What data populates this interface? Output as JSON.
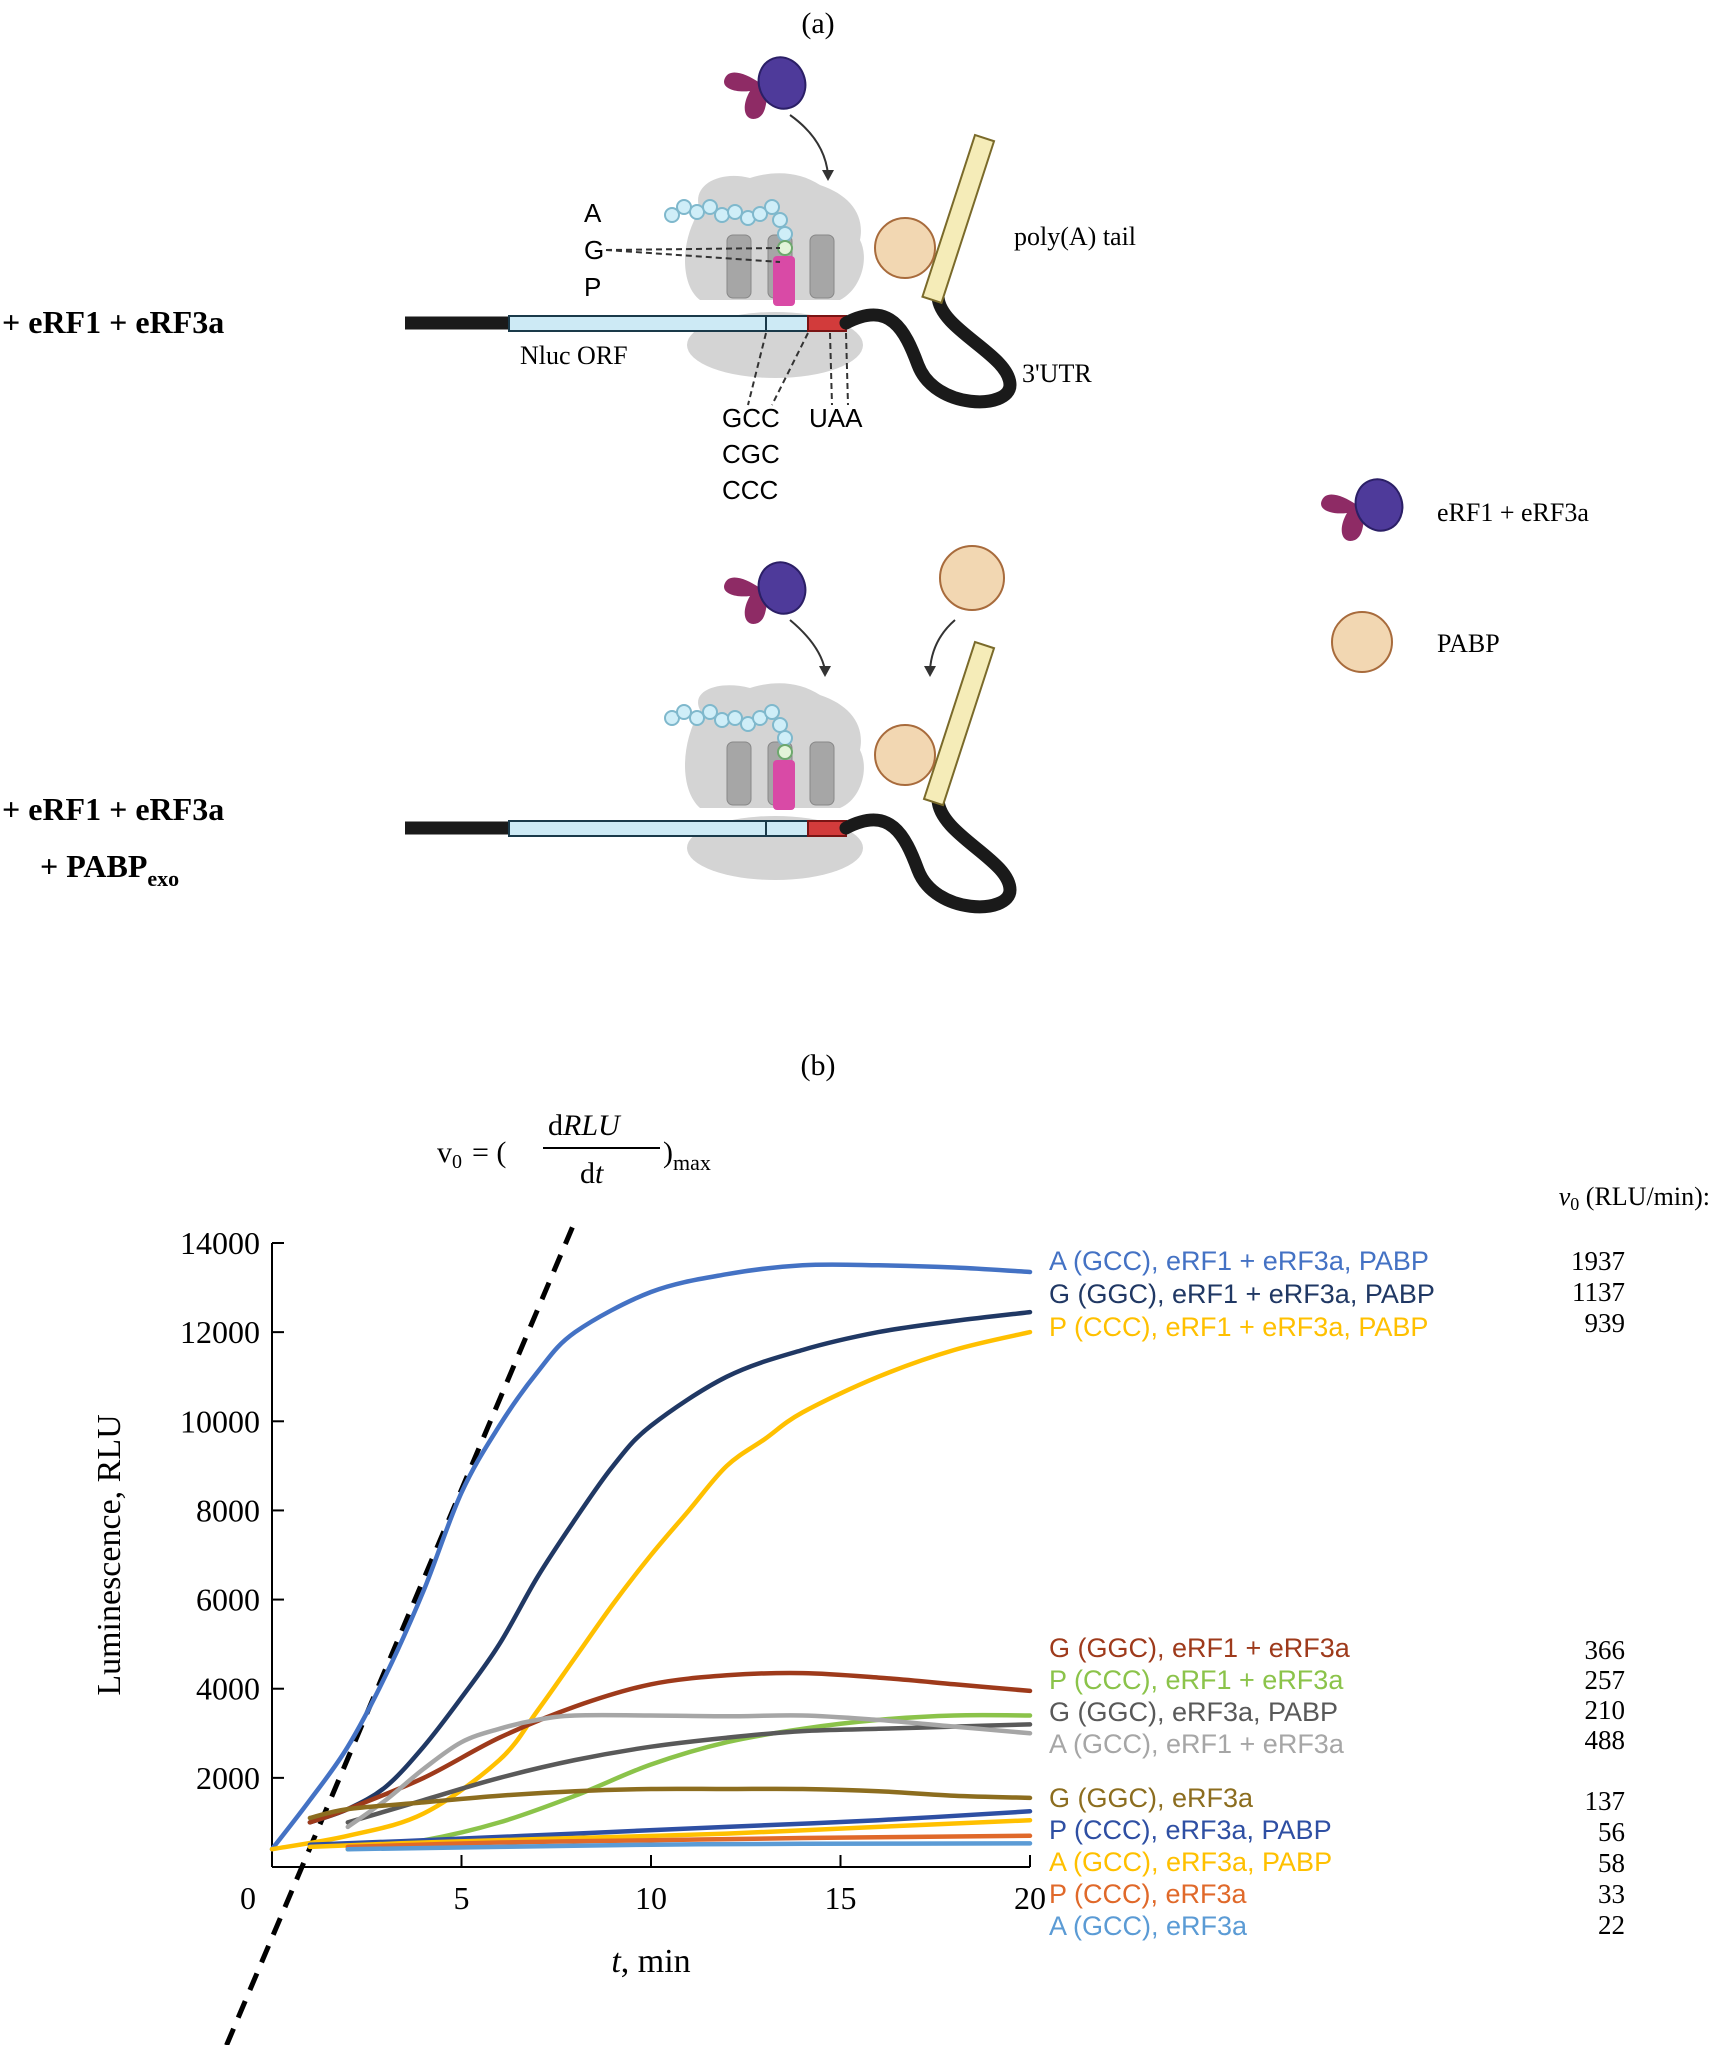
{
  "panel_a": {
    "label": "(a)",
    "condition_1": "+ eRF1 + eRF3a",
    "condition_2_line1": "+ eRF1 + eRF3a",
    "condition_2_line2_main": "+ PABP",
    "condition_2_line2_sub": "exo",
    "aa_labels": [
      "A",
      "G",
      "P"
    ],
    "codon_labels": [
      "GCC",
      "CGC",
      "CCC"
    ],
    "stop_codon": "UAA",
    "orf_label": "Nluc ORF",
    "utr_label": "3'UTR",
    "polya_label": "poly(A) tail",
    "legend": {
      "erf_label": "eRF1 + eRF3a",
      "pabp_label": "PABP"
    },
    "colors": {
      "ribosome": "#d4d4d4",
      "site": "#a6a6a6",
      "orf": "#cdeaf5",
      "stop": "#d23b3b",
      "mrna": "#1a1a1a",
      "peptide": "#cfeef8",
      "trna": "#d94aa6",
      "erf_body": "#4e3a9a",
      "erf_arm": "#8e2b65",
      "pabp": "#f2d7b2",
      "pabp_edge": "#a86b3c",
      "polya": "#f5ecb8"
    }
  },
  "panel_b": {
    "label": "(b)",
    "formula": {
      "lhs": "v",
      "lhs_sub": "0",
      "equals": "= (",
      "num_d": "d",
      "num_var": "RLU",
      "den_d": "d",
      "den_var": "t",
      "rhs": ")",
      "rhs_sub": "max"
    },
    "v0_header": {
      "symbol": "v",
      "sub": "0",
      "units": " (RLU/min):"
    }
  },
  "chart_data": {
    "type": "line",
    "xlabel_var": "t",
    "xlabel_unit": ", min",
    "ylabel": "Luminescence, RLU",
    "xlim": [
      0,
      20
    ],
    "ylim": [
      0,
      14000
    ],
    "x_ticks": [
      0,
      5,
      10,
      15,
      20
    ],
    "y_ticks": [
      2000,
      4000,
      6000,
      8000,
      10000,
      12000,
      14000
    ],
    "grid": false,
    "legend_position": "right",
    "tangent_line": {
      "x": [
        -1.2,
        8
      ],
      "y": [
        -4000,
        14500
      ],
      "color": "#000000",
      "style": "dashed"
    },
    "series": [
      {
        "name": "A (GCC), eRF1 + eRF3a, PABP",
        "v0": "1937",
        "color": "#4472c4",
        "x": [
          0,
          1,
          2,
          3,
          4,
          5,
          6,
          7,
          8,
          10,
          12,
          14,
          16,
          18,
          20
        ],
        "y": [
          400,
          1500,
          2700,
          4300,
          6200,
          8400,
          9900,
          11100,
          12000,
          12900,
          13300,
          13500,
          13500,
          13450,
          13350
        ]
      },
      {
        "name": "G (GGC), eRF1 + eRF3a, PABP",
        "v0": "1137",
        "color": "#203864",
        "x": [
          1,
          2,
          3,
          4,
          5,
          6,
          7,
          8,
          9,
          10,
          12,
          14,
          16,
          18,
          20
        ],
        "y": [
          1000,
          1300,
          1800,
          2700,
          3800,
          5000,
          6500,
          7800,
          9000,
          9900,
          11000,
          11600,
          12000,
          12250,
          12450
        ]
      },
      {
        "name": "P (CCC), eRF1 + eRF3a, PABP",
        "v0": "939",
        "color": "#ffc000",
        "x": [
          0,
          2,
          4,
          6,
          7,
          8,
          9,
          10,
          11,
          12,
          13,
          14,
          16,
          18,
          20
        ],
        "y": [
          400,
          700,
          1200,
          2400,
          3500,
          4700,
          5900,
          7000,
          8000,
          9000,
          9600,
          10200,
          11000,
          11600,
          12000
        ]
      },
      {
        "name": "G (GGC), eRF1 + eRF3a",
        "v0": "366",
        "color": "#9e3a1b",
        "x": [
          1,
          2,
          4,
          6,
          8,
          10,
          12,
          14,
          16,
          18,
          20
        ],
        "y": [
          1000,
          1300,
          2000,
          2900,
          3600,
          4100,
          4300,
          4350,
          4250,
          4100,
          3950
        ]
      },
      {
        "name": "P (CCC), eRF1 + eRF3a",
        "v0": "257",
        "color": "#8bc34a",
        "x": [
          2,
          4,
          6,
          8,
          10,
          12,
          14,
          16,
          18,
          20
        ],
        "y": [
          400,
          600,
          1000,
          1600,
          2300,
          2800,
          3100,
          3300,
          3400,
          3400
        ]
      },
      {
        "name": "G (GGC), eRF3a, PABP",
        "v0": "210",
        "color": "#595959",
        "x": [
          2,
          4,
          6,
          8,
          10,
          12,
          14,
          16,
          18,
          20
        ],
        "y": [
          1000,
          1500,
          2000,
          2400,
          2700,
          2900,
          3050,
          3100,
          3150,
          3200
        ]
      },
      {
        "name": "A (GCC), eRF1 + eRF3a",
        "v0": "488",
        "color": "#a6a6a6",
        "x": [
          2,
          3,
          4,
          5,
          6,
          7,
          8,
          10,
          12,
          14,
          16,
          18,
          20
        ],
        "y": [
          900,
          1500,
          2200,
          2800,
          3100,
          3300,
          3400,
          3400,
          3380,
          3400,
          3300,
          3150,
          3000
        ]
      },
      {
        "name": "G (GGC), eRF3a",
        "v0": "137",
        "color": "#8c6d1f",
        "x": [
          1,
          2,
          4,
          6,
          8,
          10,
          12,
          14,
          16,
          18,
          20
        ],
        "y": [
          1100,
          1300,
          1450,
          1600,
          1700,
          1750,
          1750,
          1750,
          1700,
          1600,
          1550
        ]
      },
      {
        "name": "P (CCC), eRF3a, PABP",
        "v0": "56",
        "color": "#2e4fa3",
        "x": [
          1,
          4,
          8,
          12,
          16,
          20
        ],
        "y": [
          500,
          600,
          750,
          900,
          1050,
          1250
        ]
      },
      {
        "name": "A (GCC), eRF3a, PABP",
        "v0": "58",
        "color": "#ffc000",
        "x": [
          1,
          4,
          8,
          12,
          16,
          20
        ],
        "y": [
          450,
          550,
          650,
          750,
          900,
          1050
        ]
      },
      {
        "name": "P (CCC), eRF3a",
        "v0": "33",
        "color": "#e0692a",
        "x": [
          2,
          6,
          10,
          14,
          20
        ],
        "y": [
          450,
          550,
          600,
          650,
          700
        ]
      },
      {
        "name": "A (GCC), eRF3a",
        "v0": "22",
        "color": "#5b9bd5",
        "x": [
          2,
          6,
          10,
          14,
          20
        ],
        "y": [
          400,
          450,
          500,
          520,
          530
        ]
      }
    ]
  }
}
